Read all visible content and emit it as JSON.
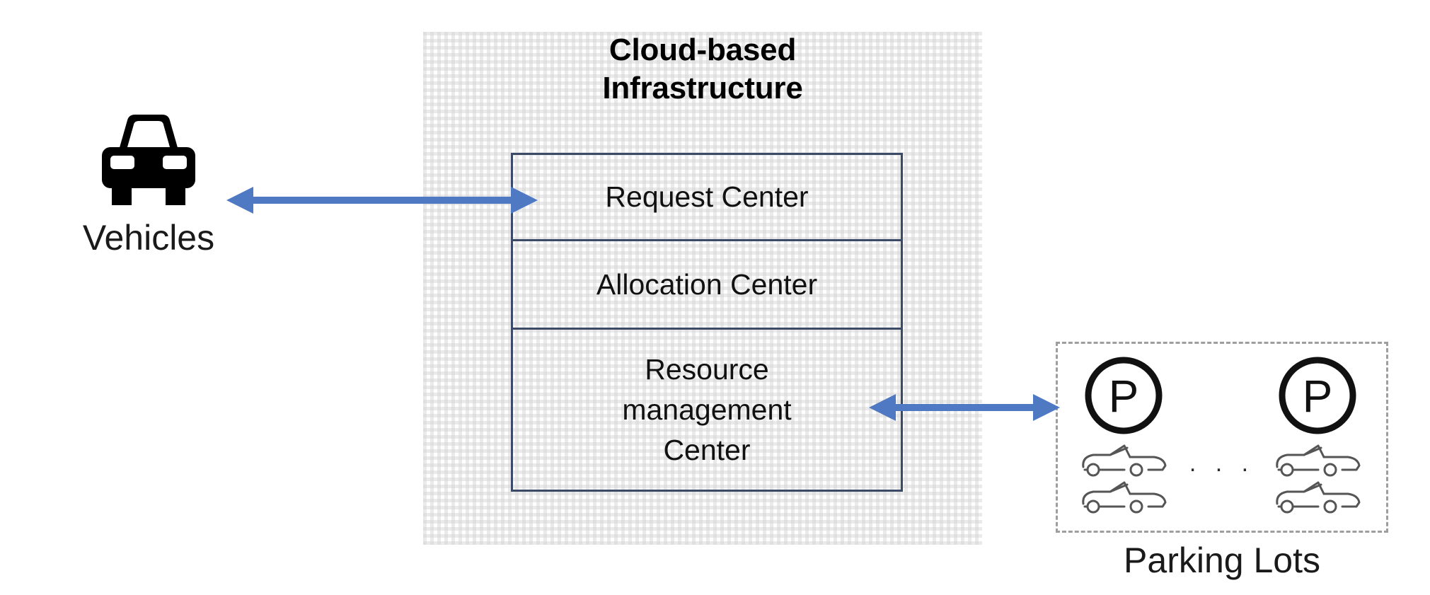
{
  "diagram": {
    "title_lines": [
      "Cloud-based",
      "Infrastructure"
    ],
    "cloud_boxes": [
      {
        "id": "request",
        "label": "Request Center"
      },
      {
        "id": "allocation",
        "label": "Allocation Center"
      },
      {
        "id": "resource",
        "label": "Resource\nmanagement\nCenter"
      }
    ],
    "left_node": {
      "label": "Vehicles",
      "icon": "car-front-icon"
    },
    "right_node": {
      "label": "Parking Lots",
      "ellipsis": ". . .",
      "lots": [
        {
          "sign": "P",
          "cars": 2
        },
        {
          "sign": "P",
          "cars": 2
        }
      ],
      "lot_icon": "parking-sign-icon",
      "car_icon": "convertible-car-outline-icon"
    },
    "connectors": [
      {
        "id": "vehicles-to-request",
        "style": "double-headed-arrow",
        "color": "#5079c4"
      },
      {
        "id": "resource-to-parking",
        "style": "double-headed-arrow",
        "color": "#5079c4"
      }
    ],
    "colors": {
      "arrow_blue": "#5079c4",
      "box_border": "#3b4a66",
      "panel_dot": "#f4f4f4",
      "parking_dash": "#9e9e9e",
      "text": "#111111"
    }
  }
}
